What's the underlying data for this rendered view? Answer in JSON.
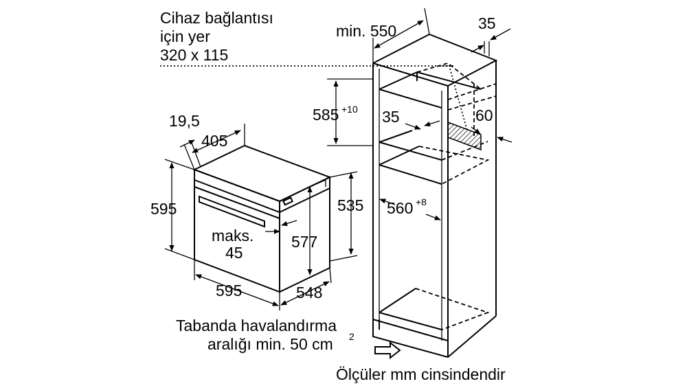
{
  "connection_note": {
    "line1": "Cihaz bağlantısı",
    "line2": "için yer",
    "line3": "320 x 115"
  },
  "oven_dims": {
    "width_19_5": "19,5",
    "width_405": "405",
    "height_595": "595",
    "height_535": "535",
    "height_577": "577",
    "max_label": "maks.",
    "max_value": "45",
    "width_595": "595",
    "depth_548": "548"
  },
  "cabinet_dims": {
    "min_550": "min. 550",
    "d35_top": "35",
    "h585": "585",
    "h585_sup": "+10",
    "d35_mid": "35",
    "d60": "60",
    "w560": "560",
    "w560_sup": "+8"
  },
  "ventilation_note": {
    "line1": "Tabanda havalandırma",
    "line2": "aralığı min. 50 cm",
    "line2_sup": "2"
  },
  "units_note": "Ölçüler mm cinsindendir"
}
